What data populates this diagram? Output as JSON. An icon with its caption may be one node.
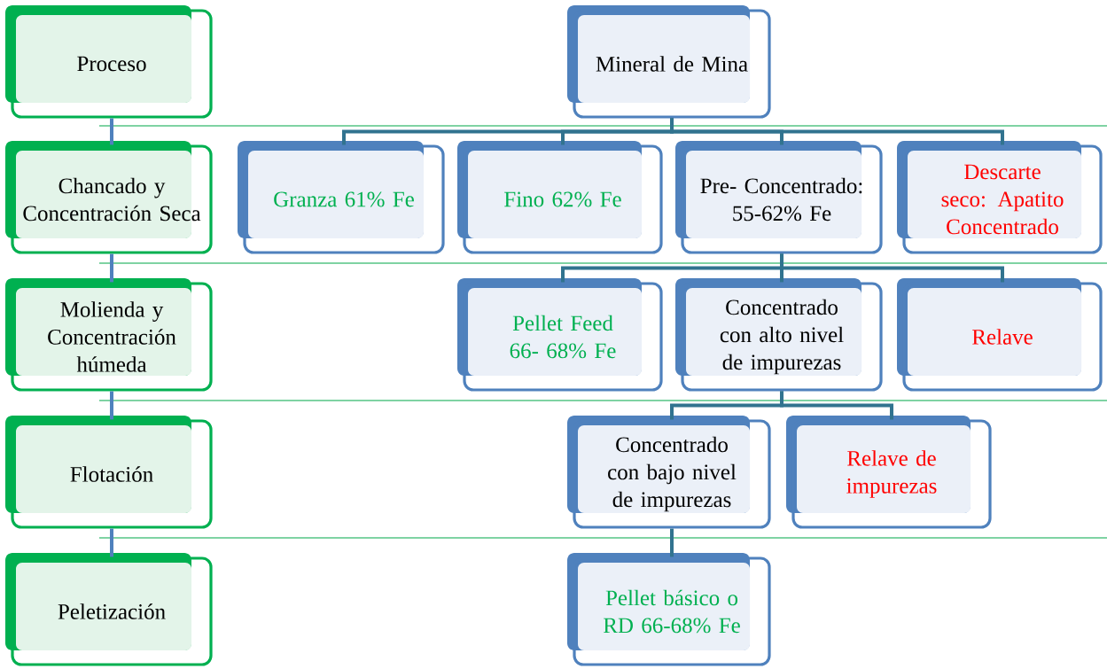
{
  "diagram": {
    "nodes": [
      {
        "text": [
          "Proceso"
        ]
      },
      {
        "text": [
          "Chancado y Concentración Seca"
        ]
      },
      {
        "text": [
          "Molienda y Concentración húmeda"
        ]
      },
      {
        "text": [
          "Flotación"
        ]
      },
      {
        "text": [
          "Peletización"
        ]
      },
      {
        "text": [
          "Mineral de Mina"
        ]
      },
      {
        "text": [
          "Granza 61% Fe"
        ]
      },
      {
        "text": [
          "Fino 62% Fe"
        ]
      },
      {
        "text": [
          "Pre- Concentrado: 55-62% Fe"
        ]
      },
      {
        "text": [
          "Descarte seco: Apatito Concentrado"
        ]
      },
      {
        "text": [
          "Pellet Feed 66- 68% Fe"
        ]
      },
      {
        "text": [
          "Concentrado con alto nivel de impurezas"
        ]
      },
      {
        "text": [
          "Relave"
        ]
      },
      {
        "text": [
          "Concentrado con bajo nivel de impurezas"
        ]
      },
      {
        "text": [
          "Relave de impurezas"
        ]
      },
      {
        "text": [
          "Pellet básico o RD 66-68% Fe"
        ]
      }
    ],
    "edges": [
      {
        "from": 0,
        "to": 1,
        "arrow": "none",
        "color": "#4f81bd"
      },
      {
        "from": 1,
        "to": 2,
        "arrow": "none",
        "color": "#4f81bd"
      },
      {
        "from": 2,
        "to": 3,
        "arrow": "none",
        "color": "#4f81bd"
      },
      {
        "from": 3,
        "to": 4,
        "arrow": "none",
        "color": "#4f81bd"
      },
      {
        "from": 5,
        "to": 6,
        "arrow": "none"
      },
      {
        "from": 5,
        "to": 7,
        "arrow": "none"
      },
      {
        "from": 5,
        "to": 8,
        "arrow": "none"
      },
      {
        "from": 5,
        "to": 9,
        "arrow": "none"
      },
      {
        "from": 8,
        "to": 10,
        "arrow": "none"
      },
      {
        "from": 8,
        "to": 11,
        "arrow": "none"
      },
      {
        "from": 8,
        "to": 12,
        "arrow": "none"
      },
      {
        "from": 11,
        "to": 13,
        "arrow": "none"
      },
      {
        "from": 11,
        "to": 14,
        "arrow": "none"
      },
      {
        "from": 13,
        "to": 15,
        "arrow": "none"
      }
    ]
  }
}
